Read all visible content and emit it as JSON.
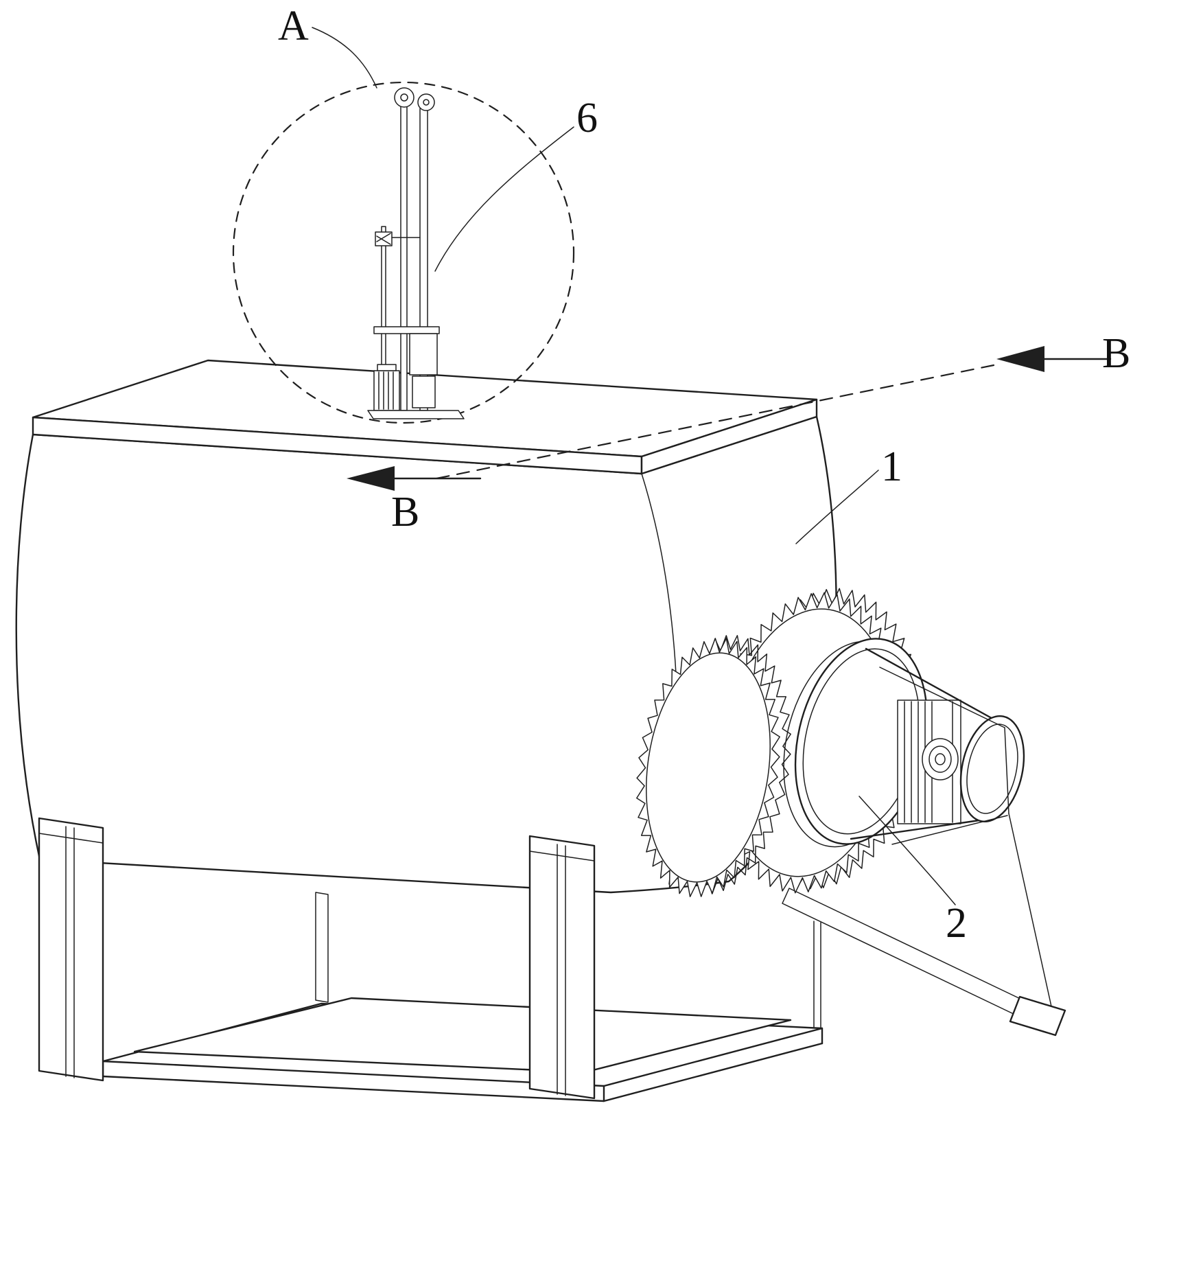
{
  "figure": {
    "kind": "patent-style technical line drawing",
    "description": "Perspective view of a mixing drum machine with top feed mechanism, drive gears, belt motor and base frame",
    "background_color": "#ffffff",
    "line_color": "#1f1f1f"
  },
  "labels": {
    "detail_callout": "A",
    "section_top": "B",
    "section_bottom": "B",
    "part_tank": "1",
    "part_motor": "2",
    "part_mechanism": "6"
  }
}
